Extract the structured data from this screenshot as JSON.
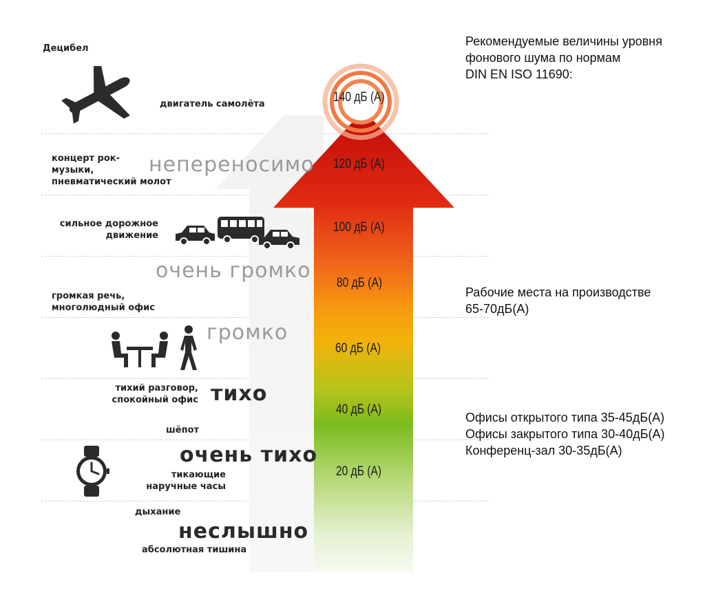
{
  "scale_label": "Децибел",
  "levels": {
    "unbearable": "непереносимо",
    "very_loud": "очень громко",
    "loud": "громко",
    "quiet": "тихо",
    "very_quiet": "очень тихо",
    "inaudible": "неслышно"
  },
  "sources": {
    "aircraft_engine": "двигатель самолёта",
    "rock_concert": "концерт рок-\nмузыки,\nпневматический молот",
    "heavy_traffic": "сильное дорожное\nдвижение",
    "loud_speech": "громкая речь,\nмноголюдный офис",
    "quiet_conversation": "тихий разговор,\nспокойный офис",
    "whisper": "шёпот",
    "ticking_watch": "тикающие\nнаручные часы",
    "breathing": "дыхание",
    "absolute_silence": "абсолютная тишина"
  },
  "db_values": [
    "140 дБ (А)",
    "120 дБ (А)",
    "100 дБ (А)",
    "80 дБ (А)",
    "60 дБ  (А)",
    "40 дБ (А)",
    "20 дБ (А)"
  ],
  "right_notes": {
    "header": "Рекомендуемые величины уровня\nфонового шума по нормам\nDIN EN ISO 11690:",
    "industrial": "Рабочие места на производстве\n65-70дБ(А)",
    "offices": "Офисы открытого типа 35-45дБ(А)\nОфисы закрытого типа 30-40дБ(А)\nКонференц-зал 30-35дБ(А)"
  },
  "icons": [
    "airplane-icon",
    "car-icon",
    "bus-icon",
    "people-at-table-icon",
    "walking-person-icon",
    "wristwatch-icon",
    "target-rings-icon"
  ],
  "colors": {
    "arrow_top": "#c8100e",
    "arrow_mid": "#f7a300",
    "arrow_green": "#7fbf1f",
    "arrow_bottom": "#f2f8e8",
    "ring": "#f08a55"
  }
}
